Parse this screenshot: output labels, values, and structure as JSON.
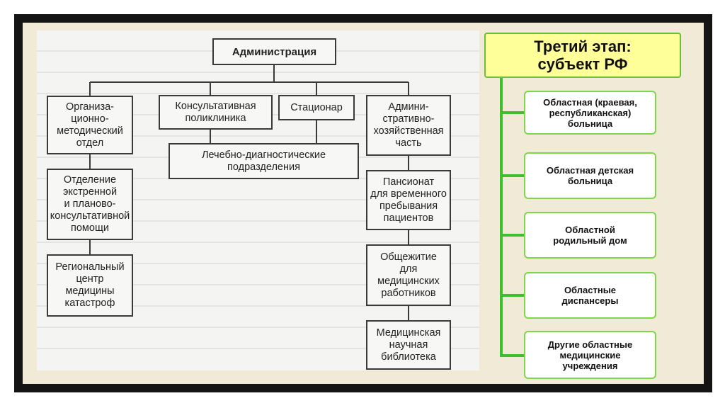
{
  "left_diagram": {
    "root": "Администрация",
    "org_method": "Организа-\nционно-\nметодический\nотдел",
    "emergency": "Отделение\nэкстренной\nи планово-\nконсультативной\nпомощи",
    "disaster": "Региональный\nцентр\nмедицины\nкатастроф",
    "polyclinic": "Консультативная\nполиклиника",
    "hospital": "Стационар",
    "diagnostic": "Лечебно-диагностические\nподразделения",
    "admin_econ": "Админи-\nстративно-\nхозяйственная\nчасть",
    "boarding": "Пансионат\nдля временного\nпребывания\nпациентов",
    "dormitory": "Общежитие\nдля\nмедицинских\nработников",
    "library": "Медицинская\nнаучная\nбиблиотека"
  },
  "right_panel": {
    "title": "Третий этап:\nсубъект РФ",
    "items": [
      "Областная (краевая,\nреспубликанская)\nбольница",
      "Областная детская\nбольница",
      "Областной\nродильный дом",
      "Областные\nдиспансеры",
      "Другие областные\nмедицинские\nучреждения"
    ]
  },
  "colors": {
    "frame": "#141414",
    "background": "#f0ead7",
    "title_fill": "#ffff9a",
    "green": "#3fbf2e"
  }
}
